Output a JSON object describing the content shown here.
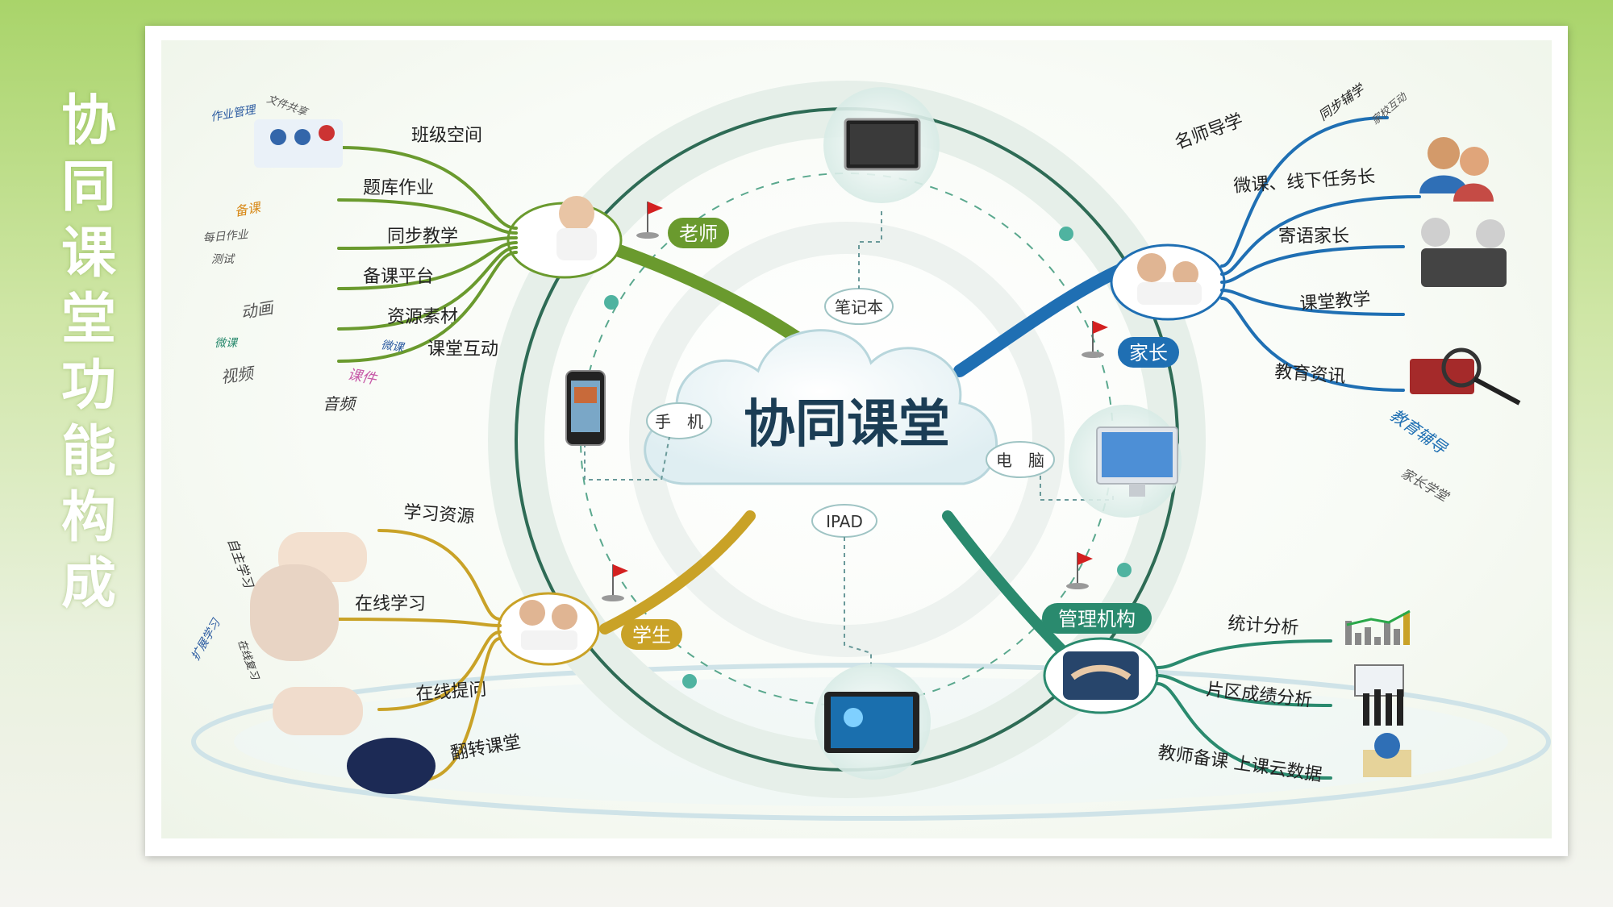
{
  "title": {
    "text": "协同课堂功能构成",
    "chars": [
      "协",
      "同",
      "课",
      "堂",
      "功",
      "能",
      "构",
      "成"
    ]
  },
  "center": {
    "title": "协同课堂",
    "devices": {
      "notebook": "笔记本",
      "phone": "手　机",
      "computer": "电　脑",
      "ipad": "IPAD"
    }
  },
  "roles": {
    "teacher": "老师",
    "parent": "家长",
    "student": "学生",
    "admin": "管理机构"
  },
  "teacher_branches": [
    "班级空间",
    "题库作业",
    "同步教学",
    "备课平台",
    "资源素材",
    "课堂互动"
  ],
  "teacher_minor": [
    "作业管理",
    "文件共享",
    "备课",
    "每日作业",
    "测试",
    "动画",
    "微课",
    "视频",
    "课件",
    "音频",
    "微课"
  ],
  "parent_branches": [
    "名师导学",
    "微课、线下任务长",
    "寄语家长",
    "课堂教学",
    "教育资讯"
  ],
  "parent_minor": [
    "同步辅学",
    "家校互动",
    "教育辅导",
    "家长学堂"
  ],
  "student_branches": [
    "学习资源",
    "在线学习",
    "在线提问",
    "翻转课堂"
  ],
  "student_minor": [
    "自主学习",
    "在线复习",
    "扩展学习"
  ],
  "admin_branches": [
    "统计分析",
    "片区成绩分析",
    "教师备课 上课云数据"
  ],
  "colors": {
    "teacher": "#6a9a2e",
    "parent": "#1f6fb3",
    "student": "#c9a227",
    "admin": "#2a8a6e",
    "ring": "#2e6b55",
    "center_text": "#1b3d55"
  },
  "icons": [
    "monitor-icon",
    "phone-icon",
    "imac-icon",
    "tablet-icon",
    "flag-icon",
    "handshake-icon",
    "chart-icon",
    "people-icon",
    "book-icon"
  ]
}
